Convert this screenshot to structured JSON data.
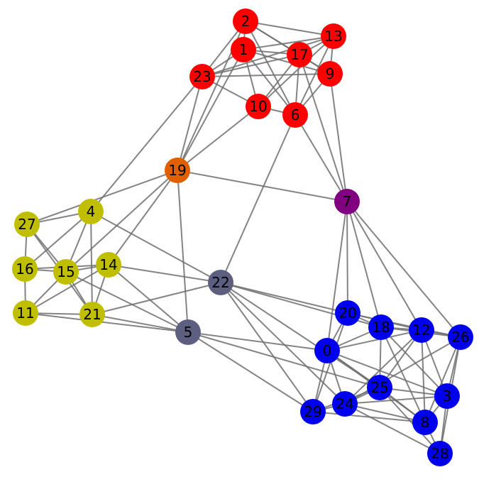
{
  "colors": {
    "red": "#ff0000",
    "blue": "#0000ee",
    "yellow": "#bfbf00",
    "purple": "#800080",
    "orange": "#e06000",
    "slate": "#5c5f80",
    "edge": "#6e6e6e"
  },
  "nodes": [
    {
      "id": "0",
      "group": "blue"
    },
    {
      "id": "1",
      "group": "red"
    },
    {
      "id": "2",
      "group": "red"
    },
    {
      "id": "3",
      "group": "blue"
    },
    {
      "id": "4",
      "group": "yellow"
    },
    {
      "id": "5",
      "group": "slate"
    },
    {
      "id": "6",
      "group": "red"
    },
    {
      "id": "7",
      "group": "purple"
    },
    {
      "id": "8",
      "group": "blue"
    },
    {
      "id": "9",
      "group": "red"
    },
    {
      "id": "10",
      "group": "red"
    },
    {
      "id": "11",
      "group": "yellow"
    },
    {
      "id": "12",
      "group": "blue"
    },
    {
      "id": "13",
      "group": "red"
    },
    {
      "id": "14",
      "group": "yellow"
    },
    {
      "id": "15",
      "group": "yellow"
    },
    {
      "id": "16",
      "group": "yellow"
    },
    {
      "id": "17",
      "group": "red"
    },
    {
      "id": "18",
      "group": "blue"
    },
    {
      "id": "19",
      "group": "orange"
    },
    {
      "id": "20",
      "group": "blue"
    },
    {
      "id": "21",
      "group": "yellow"
    },
    {
      "id": "22",
      "group": "slate"
    },
    {
      "id": "23",
      "group": "red"
    },
    {
      "id": "24",
      "group": "blue"
    },
    {
      "id": "25",
      "group": "blue"
    },
    {
      "id": "26",
      "group": "blue"
    },
    {
      "id": "27",
      "group": "yellow"
    },
    {
      "id": "28",
      "group": "blue"
    },
    {
      "id": "29",
      "group": "blue"
    }
  ],
  "edges": [
    [
      "2",
      "13"
    ],
    [
      "2",
      "17"
    ],
    [
      "2",
      "9"
    ],
    [
      "2",
      "1"
    ],
    [
      "2",
      "23"
    ],
    [
      "2",
      "19"
    ],
    [
      "2",
      "6"
    ],
    [
      "1",
      "17"
    ],
    [
      "1",
      "13"
    ],
    [
      "1",
      "23"
    ],
    [
      "1",
      "10"
    ],
    [
      "1",
      "9"
    ],
    [
      "1",
      "6"
    ],
    [
      "1",
      "19"
    ],
    [
      "13",
      "17"
    ],
    [
      "13",
      "9"
    ],
    [
      "13",
      "23"
    ],
    [
      "13",
      "6"
    ],
    [
      "13",
      "10"
    ],
    [
      "17",
      "9"
    ],
    [
      "17",
      "23"
    ],
    [
      "17",
      "10"
    ],
    [
      "17",
      "7"
    ],
    [
      "17",
      "6"
    ],
    [
      "9",
      "23"
    ],
    [
      "9",
      "6"
    ],
    [
      "9",
      "7"
    ],
    [
      "23",
      "10"
    ],
    [
      "23",
      "19"
    ],
    [
      "23",
      "4"
    ],
    [
      "10",
      "6"
    ],
    [
      "10",
      "19"
    ],
    [
      "6",
      "7"
    ],
    [
      "6",
      "22"
    ],
    [
      "19",
      "7"
    ],
    [
      "19",
      "15"
    ],
    [
      "19",
      "27"
    ],
    [
      "19",
      "5"
    ],
    [
      "19",
      "14"
    ],
    [
      "7",
      "0"
    ],
    [
      "7",
      "20"
    ],
    [
      "7",
      "18"
    ],
    [
      "7",
      "12"
    ],
    [
      "7",
      "26"
    ],
    [
      "4",
      "27"
    ],
    [
      "4",
      "16"
    ],
    [
      "4",
      "15"
    ],
    [
      "4",
      "21"
    ],
    [
      "4",
      "22"
    ],
    [
      "27",
      "16"
    ],
    [
      "27",
      "15"
    ],
    [
      "27",
      "21"
    ],
    [
      "16",
      "15"
    ],
    [
      "16",
      "11"
    ],
    [
      "16",
      "14"
    ],
    [
      "15",
      "14"
    ],
    [
      "15",
      "11"
    ],
    [
      "15",
      "21"
    ],
    [
      "15",
      "5"
    ],
    [
      "14",
      "21"
    ],
    [
      "14",
      "11"
    ],
    [
      "14",
      "22"
    ],
    [
      "14",
      "5"
    ],
    [
      "11",
      "21"
    ],
    [
      "11",
      "5"
    ],
    [
      "21",
      "22"
    ],
    [
      "21",
      "5"
    ],
    [
      "22",
      "20"
    ],
    [
      "22",
      "18"
    ],
    [
      "22",
      "24"
    ],
    [
      "22",
      "29"
    ],
    [
      "22",
      "25"
    ],
    [
      "5",
      "0"
    ],
    [
      "5",
      "29"
    ],
    [
      "5",
      "25"
    ],
    [
      "0",
      "20"
    ],
    [
      "0",
      "18"
    ],
    [
      "0",
      "12"
    ],
    [
      "0",
      "25"
    ],
    [
      "0",
      "24"
    ],
    [
      "0",
      "29"
    ],
    [
      "0",
      "8"
    ],
    [
      "0",
      "3"
    ],
    [
      "20",
      "18"
    ],
    [
      "20",
      "12"
    ],
    [
      "20",
      "26"
    ],
    [
      "20",
      "29"
    ],
    [
      "18",
      "12"
    ],
    [
      "18",
      "25"
    ],
    [
      "18",
      "3"
    ],
    [
      "18",
      "8"
    ],
    [
      "18",
      "26"
    ],
    [
      "12",
      "26"
    ],
    [
      "12",
      "25"
    ],
    [
      "12",
      "3"
    ],
    [
      "12",
      "8"
    ],
    [
      "12",
      "24"
    ],
    [
      "26",
      "3"
    ],
    [
      "26",
      "28"
    ],
    [
      "26",
      "8"
    ],
    [
      "26",
      "24"
    ],
    [
      "25",
      "3"
    ],
    [
      "25",
      "8"
    ],
    [
      "25",
      "24"
    ],
    [
      "25",
      "29"
    ],
    [
      "25",
      "28"
    ],
    [
      "3",
      "8"
    ],
    [
      "3",
      "28"
    ],
    [
      "3",
      "24"
    ],
    [
      "24",
      "29"
    ],
    [
      "24",
      "8"
    ],
    [
      "24",
      "28"
    ],
    [
      "29",
      "8"
    ],
    [
      "8",
      "28"
    ]
  ]
}
